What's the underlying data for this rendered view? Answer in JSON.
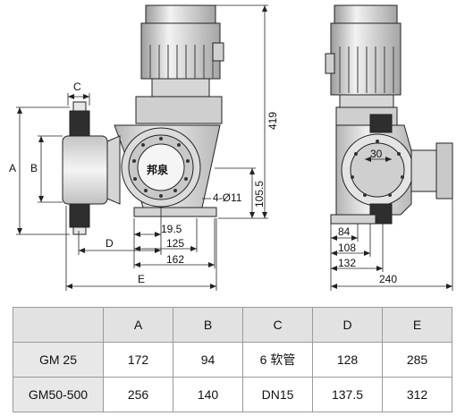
{
  "drawing": {
    "dims_front": {
      "a": "A",
      "b": "B",
      "c": "C",
      "d": "D",
      "e": "E",
      "h419": "419",
      "h105": "105.5",
      "holes": "4-Ø11",
      "w19": "19.5",
      "w125": "125",
      "w162": "162"
    },
    "dims_side": {
      "w30": "30",
      "w84": "84",
      "w108": "108",
      "w132": "132",
      "w240": "240"
    },
    "watermark": "邦泉"
  },
  "table": {
    "headers": [
      "A",
      "B",
      "C",
      "D",
      "E"
    ],
    "rows": [
      {
        "model": "GM 25",
        "cells": [
          "172",
          "94",
          "6 软管",
          "128",
          "285"
        ]
      },
      {
        "model": "GM50-500",
        "cells": [
          "256",
          "140",
          "DN15",
          "137.5",
          "312"
        ]
      }
    ]
  },
  "colors": {
    "body": "#d9d9d9",
    "motor": "#cfcfcf",
    "dark": "#2a2a2a",
    "line": "#222222"
  }
}
